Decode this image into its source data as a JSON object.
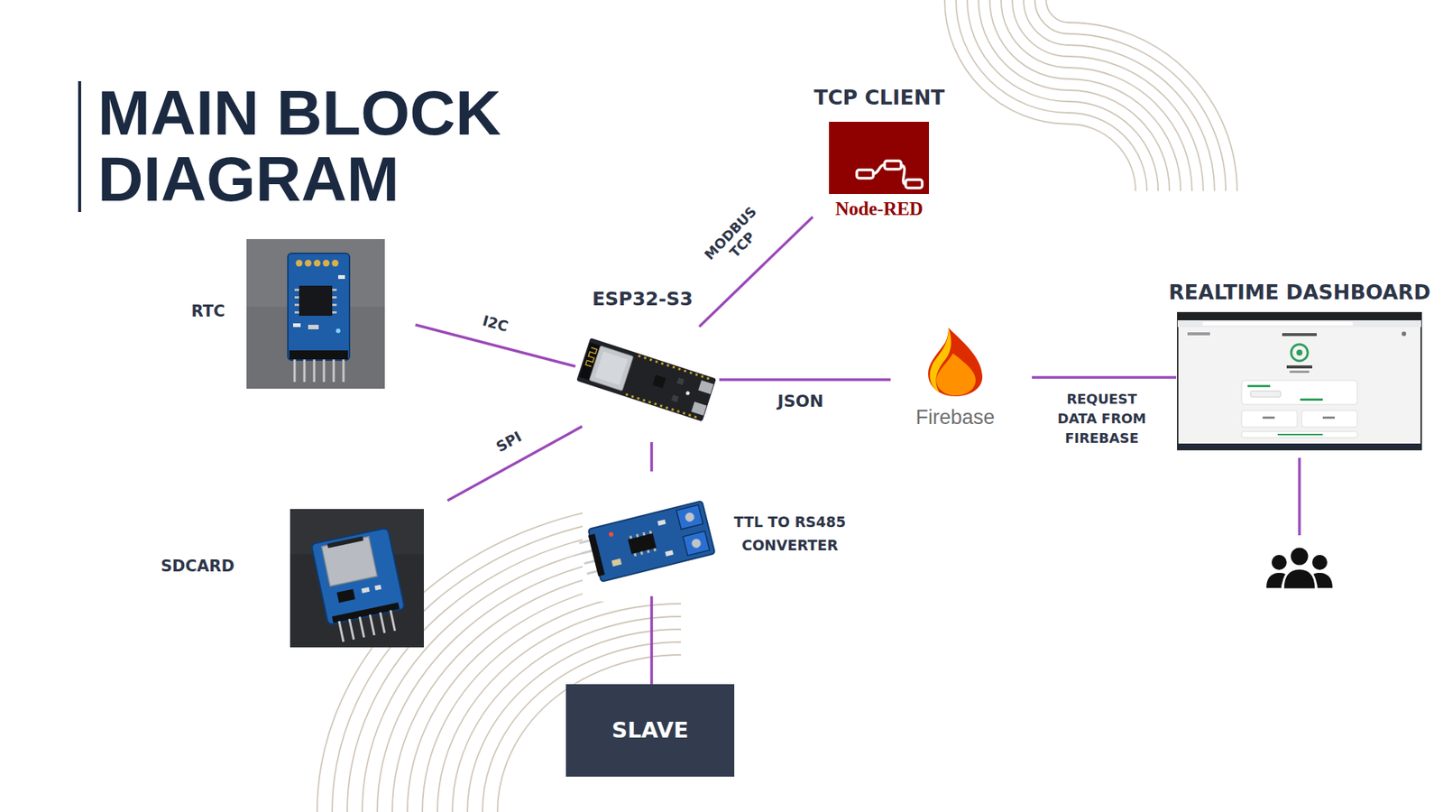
{
  "diagram": {
    "title": "MAIN BLOCK DIAGRAM",
    "nodes": [
      {
        "text": [
          "TCP CLIENT",
          "Node-RED"
        ]
      },
      {
        "text": [
          "RTC"
        ]
      },
      {
        "text": [
          "ESP32-S3"
        ]
      },
      {
        "text": [
          "REALTIME DASHBOARD"
        ]
      },
      {
        "text": [
          "Firebase"
        ]
      },
      {
        "text": [
          "SDCARD"
        ]
      },
      {
        "text": [
          "TTL TO RS485 CONVERTER"
        ]
      },
      {
        "text": [
          "SLAVE"
        ]
      }
    ],
    "edges": [
      {
        "from": 1,
        "to": 2,
        "arrow": "none",
        "label": "I2C"
      },
      {
        "from": 5,
        "to": 2,
        "arrow": "none",
        "label": "SPI"
      },
      {
        "from": 2,
        "to": 0,
        "arrow": "none",
        "label": "MODBUS TCP"
      },
      {
        "from": 2,
        "to": 4,
        "arrow": "none",
        "label": "JSON"
      },
      {
        "from": 4,
        "to": 3,
        "arrow": "none",
        "label": "REQUEST DATA FROM FIREBASE"
      },
      {
        "from": 2,
        "to": 6,
        "arrow": "none"
      },
      {
        "from": 6,
        "to": 7,
        "arrow": "none"
      }
    ]
  }
}
